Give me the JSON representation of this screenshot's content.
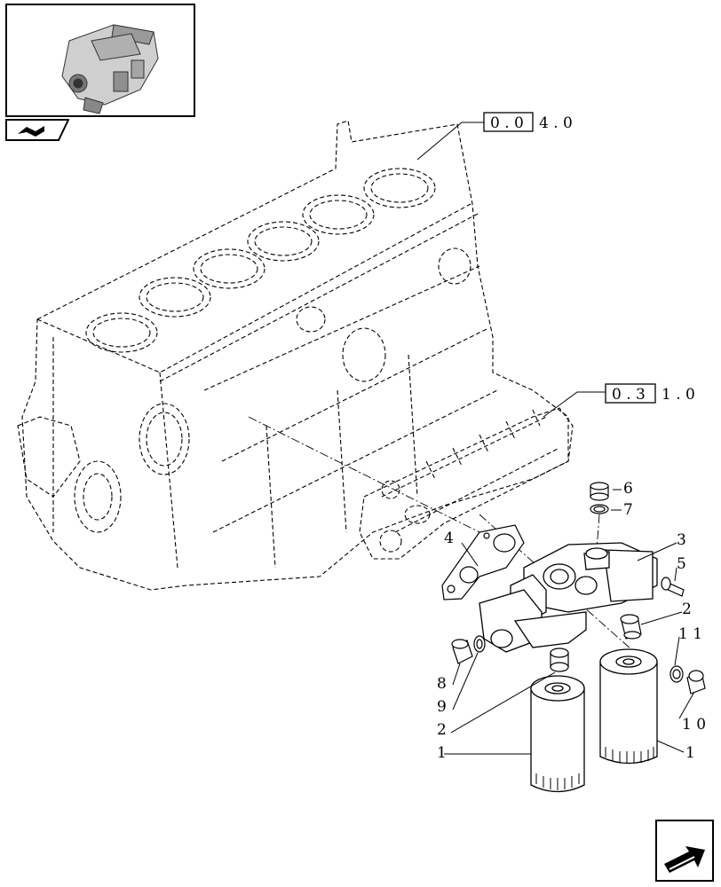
{
  "references": [
    {
      "boxed": "0 . 0",
      "rest": "4 . 0"
    },
    {
      "boxed": "0 . 3",
      "rest": "1 . 0"
    }
  ],
  "callouts": [
    "1",
    "1",
    "2",
    "2",
    "3",
    "4",
    "5",
    "6",
    "7",
    "8",
    "9",
    "1 0",
    "1 1"
  ],
  "icons": {
    "thumbnail": "engine-thumbnail-icon",
    "tab": "page-tab-icon",
    "nav": "next-page-arrow-icon"
  }
}
